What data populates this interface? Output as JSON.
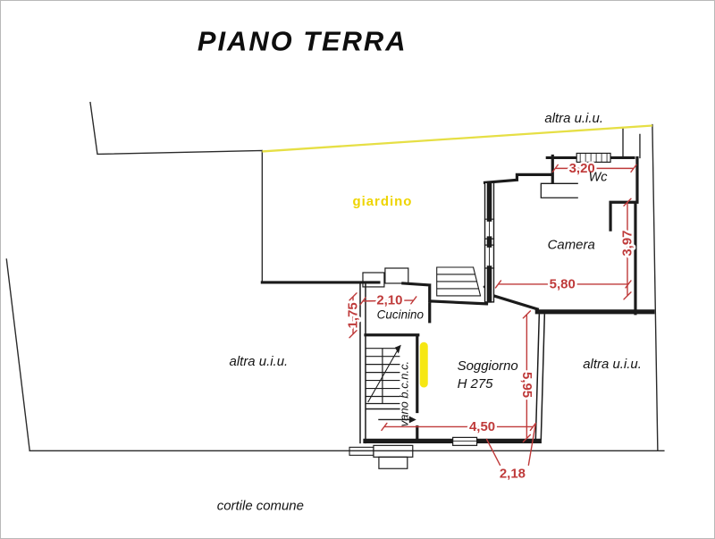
{
  "title": "PIANO TERRA",
  "regions": {
    "giardino": "giardino",
    "altra_uiu_top": "altra u.i.u.",
    "altra_uiu_left": "altra u.i.u.",
    "altra_uiu_right": "altra u.i.u.",
    "cortile": "cortile comune"
  },
  "rooms": {
    "wc": "Wc",
    "camera": "Camera",
    "cucinino": "Cucinino",
    "soggiorno": "Soggiorno",
    "soggiorno_height": "H 275",
    "vano_scala": "vano b.c.n.c."
  },
  "dimensions": {
    "wc_width": "3,20",
    "camera_width": "5,80",
    "camera_depth": "3,97",
    "cucinino_width": "2,10",
    "cucinino_depth": "1,75",
    "soggiorno_width": "4,50",
    "soggiorno_depth": "5,95",
    "entrance_width": "2,18"
  },
  "colors": {
    "wall": "#1b1b1b",
    "dimension": "#bf3a3a",
    "boundary_yellow": "#e6df45",
    "highlight": "#f6e713",
    "giardino_text": "#eed400"
  }
}
